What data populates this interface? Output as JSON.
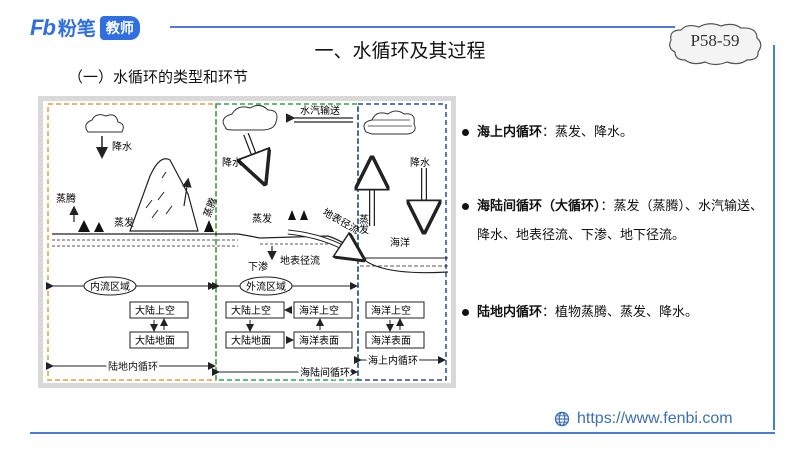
{
  "header": {
    "logo_mark": "Fb",
    "logo_text": "粉笔",
    "logo_tag": "教师",
    "title": "一、水循环及其过程",
    "page_badge": "P58-59"
  },
  "subtitle": "（一）水循环的类型和环节",
  "diagram": {
    "labels": {
      "precip_left": "降水",
      "transpiration": "蒸腾",
      "evap_left": "蒸发",
      "precip_mid": "降水",
      "vapor_transport": "水汽输送",
      "transpiration_mid": "蒸腾",
      "evap_mid": "蒸发",
      "surface_runoff_slope": "地表径流",
      "infiltration": "下渗",
      "surface_runoff": "地表径流",
      "ocean": "海洋",
      "evap_right": "蒸发",
      "precip_right": "降水",
      "inner_region": "内流区域",
      "outer_region": "外流区域",
      "land_air": "大陆上空",
      "land_surface": "大陆地面",
      "land_air_mid": "大陆上空",
      "land_surface_mid": "大陆地面",
      "sea_air_mid": "海洋上空",
      "sea_surface_mid": "海洋表面",
      "sea_air_right": "海洋上空",
      "sea_surface_right": "海洋表面",
      "land_cycle": "陆地内循环",
      "sea_land_cycle": "海陆间循环",
      "sea_cycle": "海上内循环"
    }
  },
  "bullets": [
    {
      "term": "海上内循环",
      "sep": "：",
      "desc": "蒸发、降水。"
    },
    {
      "term": "海陆间循环（大循环）",
      "sep": "：",
      "desc": "蒸发（蒸腾）、水汽输送、降水、地表径流、下渗、地下径流。"
    },
    {
      "term": "陆地内循环",
      "sep": "：",
      "desc": "植物蒸腾、蒸发、降水。"
    }
  ],
  "footer": {
    "url": "https://www.fenbi.com"
  },
  "colors": {
    "brand": "#2f6fe0",
    "frame_line": "#4a7bd8",
    "inner_region_border": "#e0a040",
    "outer_region_border": "#2aa84a",
    "ocean_region_border": "#2a4a9a",
    "url": "#3d6fb5"
  },
  "icons": [
    "globe-icon",
    "cloud-icon",
    "tree-icon",
    "mountain-icon",
    "arrow-icon"
  ]
}
